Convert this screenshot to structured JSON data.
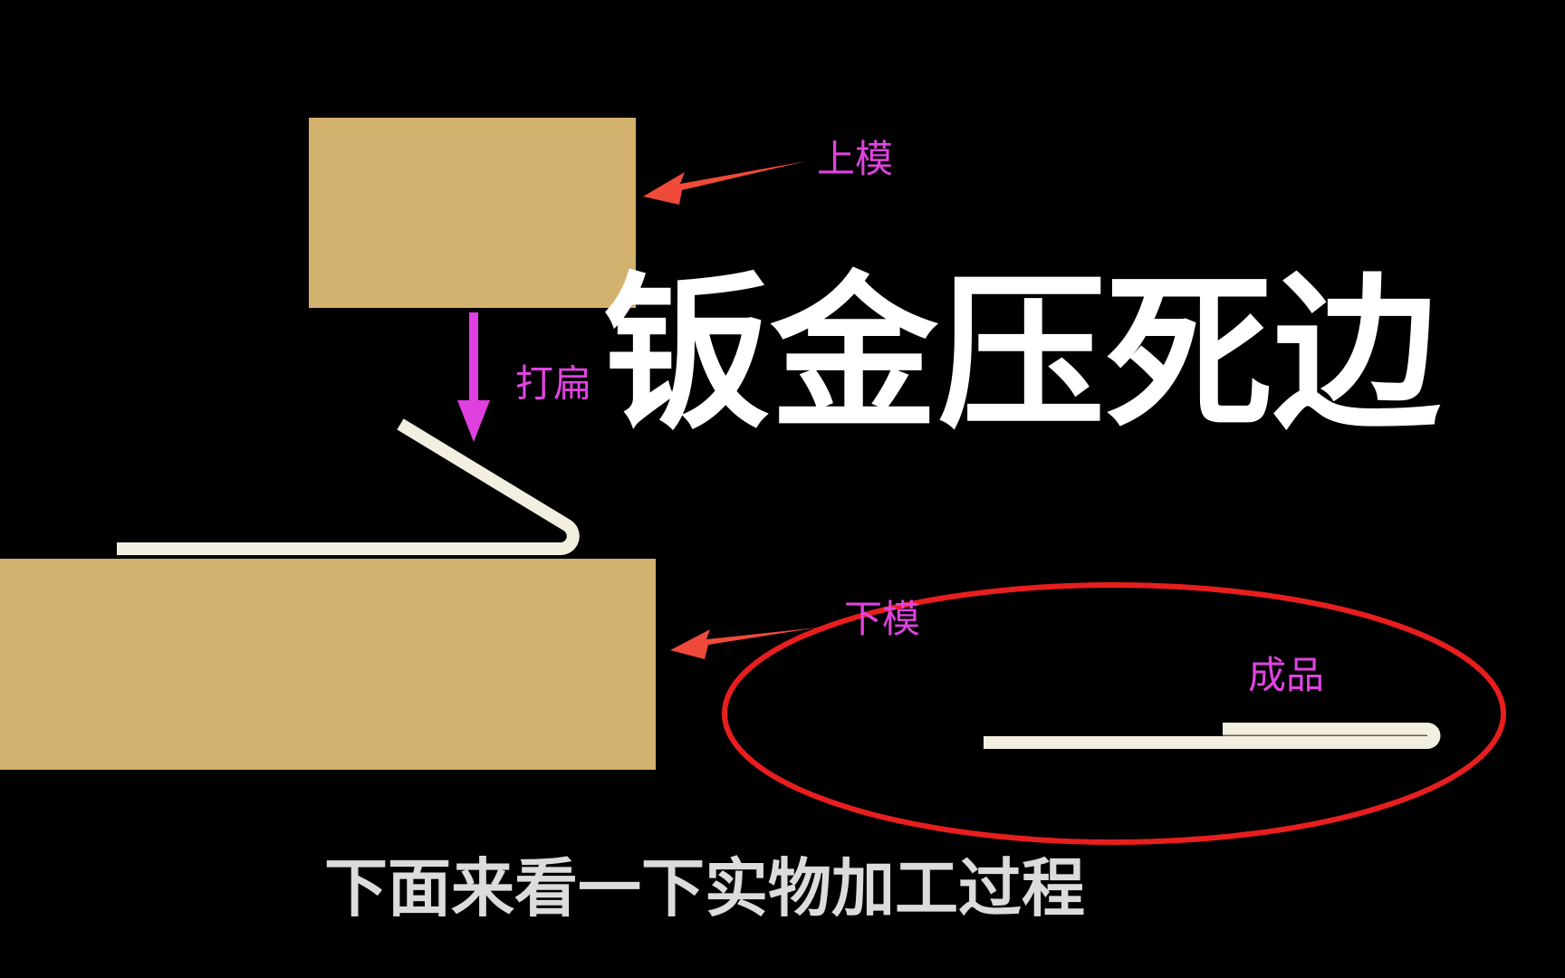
{
  "title": "钣金压死边",
  "subtitle": "下面来看一下实物加工过程",
  "labels": {
    "upper_die": "上模",
    "flatten": "打扁",
    "lower_die": "下模",
    "finished": "成品"
  },
  "colors": {
    "die": "#d3b26f",
    "sheet": "#f3efe0",
    "pointer_arrow": "#f04a3a",
    "press_arrow": "#e040e0",
    "label": "#e044e0",
    "highlight_ellipse": "#e81e1e",
    "background": "#000000"
  }
}
